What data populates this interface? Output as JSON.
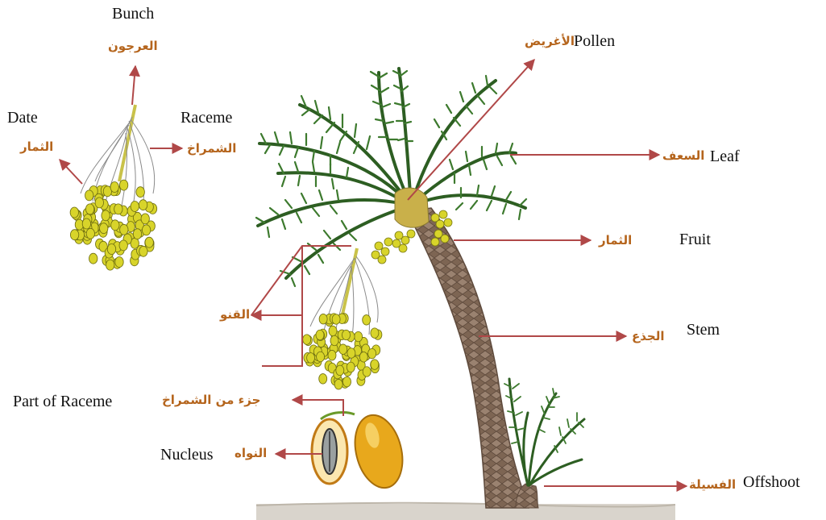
{
  "labels": {
    "bunch": {
      "en": "Bunch",
      "ar": "العرجون"
    },
    "date": {
      "en": "Date",
      "ar": "الثمار"
    },
    "raceme": {
      "en": "Raceme",
      "ar": "الشمراخ"
    },
    "pollen": {
      "en": "Pollen",
      "ar": "الأغريض"
    },
    "leaf": {
      "en": "Leaf",
      "ar": "السعف"
    },
    "fruit": {
      "en": "Fruit",
      "ar": "الثمار"
    },
    "stem": {
      "en": "Stem",
      "ar": "الجذع"
    },
    "spadix": {
      "ar": "القنو"
    },
    "part_of_raceme": {
      "en": "Part of Raceme",
      "ar": "جزء من الشمراخ"
    },
    "nucleus": {
      "en": "Nucleus",
      "ar": "النواه"
    },
    "offshoot": {
      "en": "Offshoot",
      "ar": "الفسيلة"
    }
  },
  "colors": {
    "arrow": "#b04848",
    "arabic_text": "#b5651d",
    "frond": "#3d7a2e",
    "frond_dark": "#2d5e22",
    "trunk": "#8a6f5a",
    "date_fruit": "#d8d42a",
    "ripe_date": "#e8a81c",
    "ground": "#d9d4cc"
  }
}
